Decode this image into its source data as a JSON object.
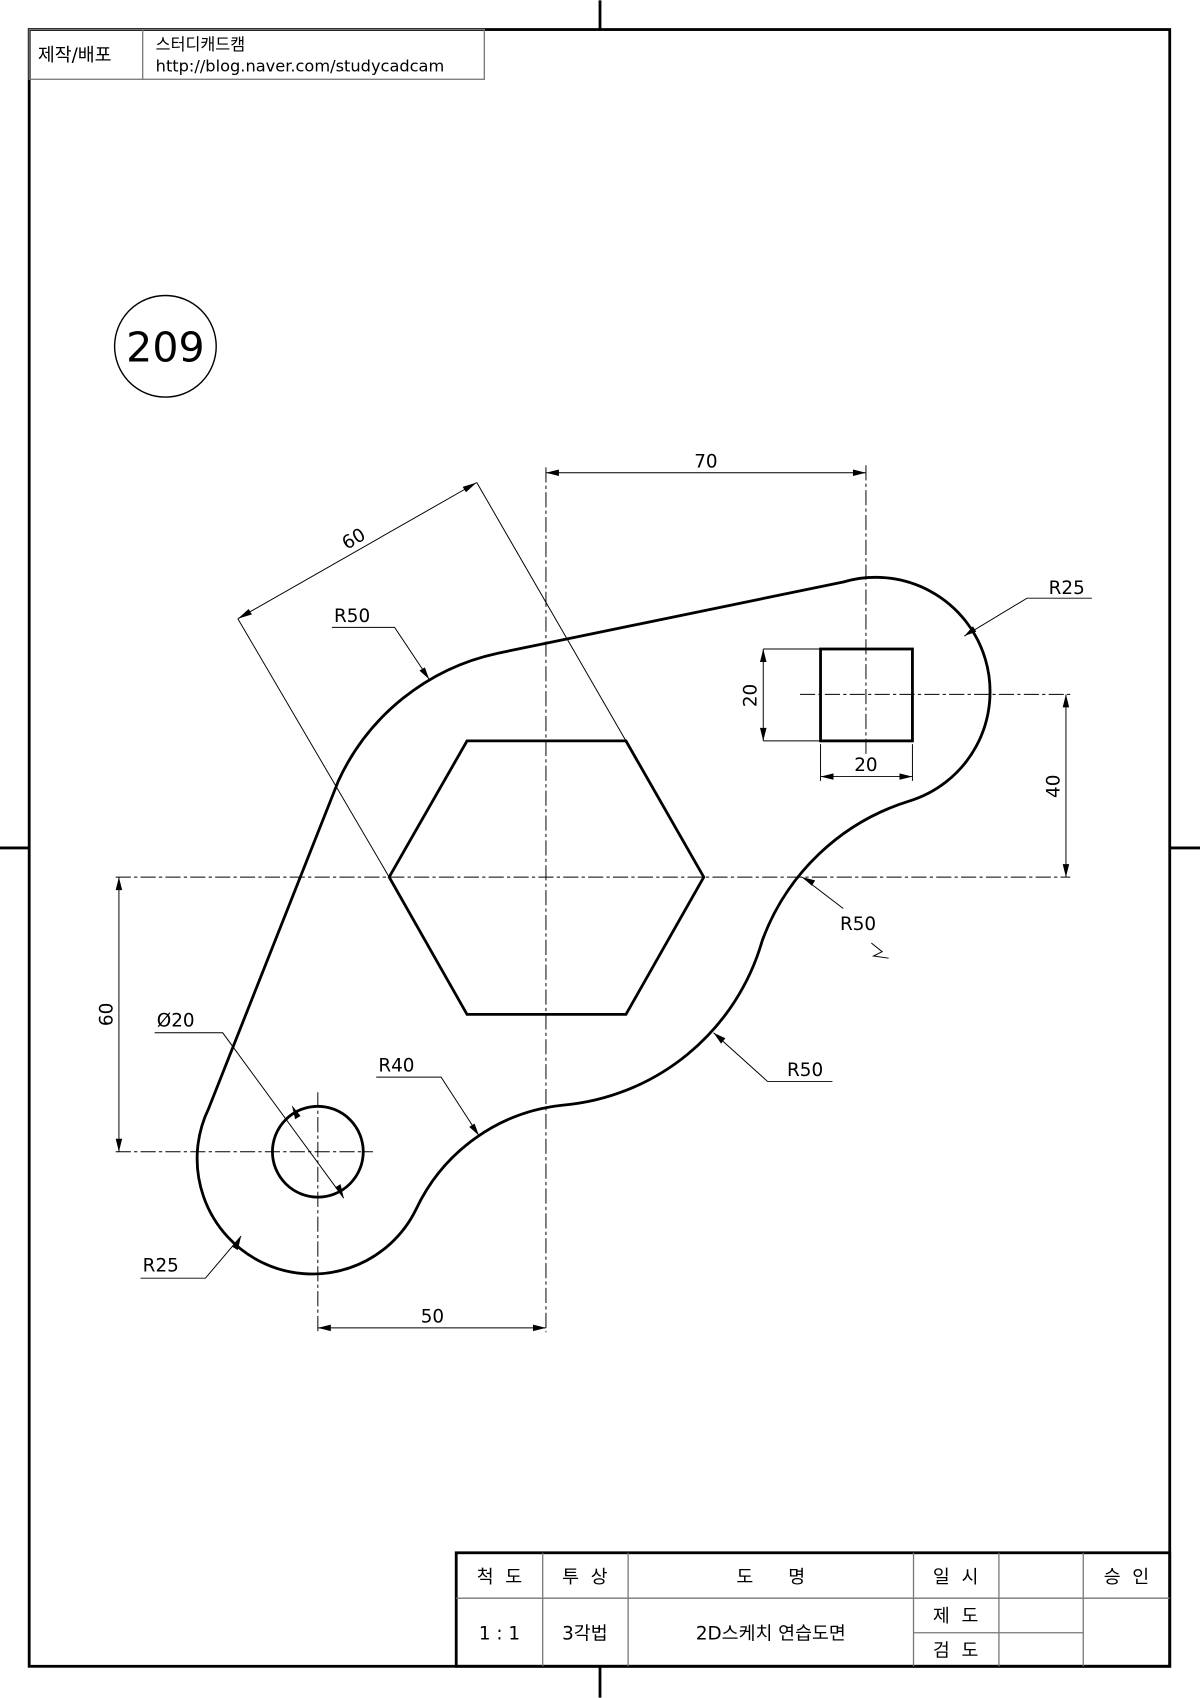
{
  "header": {
    "label": "제작/배포",
    "author": "스터디캐드캠",
    "url": "http://blog.naver.com/studycadcam"
  },
  "drawing_number": "209",
  "dimensions": {
    "top_width": "70",
    "slant_width": "60",
    "r50_upper_left": "R50",
    "r25_upper_right": "R25",
    "square_height": "20",
    "square_width": "20",
    "vertical_right": "40",
    "r50_right": "R50",
    "vertical_left": "60",
    "hole_diameter": "Ø20",
    "r40": "R40",
    "r50_lower_right": "R50",
    "r25_lower_left": "R25",
    "bottom_width": "50"
  },
  "title_block": {
    "scale_label": "척  도",
    "projection_label": "투  상",
    "name_label": "도      명",
    "date_label": "일  시",
    "approval_label": "승  인",
    "scale_value": "1 : 1",
    "projection_value": "3각법",
    "name_value": "2D스케치 연습도면",
    "drawn_label": "제  도",
    "checked_label": "검  도"
  }
}
